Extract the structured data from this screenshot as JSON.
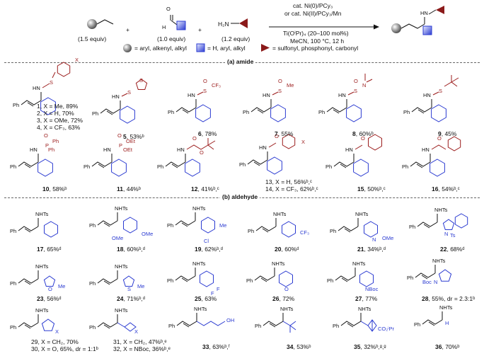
{
  "header": {
    "reagent1_equiv": "(1.5 equiv)",
    "reagent2_label": "H",
    "reagent2_o": "O",
    "reagent2_equiv": "(1.0 equiv)",
    "reagent3_label": "H₂N",
    "reagent3_equiv": "(1.2 equiv)",
    "plus": "+",
    "cond1": "cat. Ni(0)/PCy₃",
    "cond2": "or cat. Ni(II)/PCy₃/Mn",
    "cond3": "Ti(OⁱPr)₄ (20–100 mol%)",
    "cond4": "MeCN, 100 °C, 12 h",
    "product_hn": "HN",
    "legend_grey": "= aryl, alkenyl, alkyl",
    "legend_blue": "= H, aryl, alkyl",
    "legend_red": "= sulfonyl, phosphonyl, carbonyl"
  },
  "sections": {
    "amide": "(a) amide",
    "aldehyde": "(b) aldehyde"
  },
  "amide_row1": [
    {
      "lines": [
        "1, X = Me, 89%",
        "2, X = H, 70%",
        "3, X = OMe, 72%",
        "4, X = CF₃, 63%"
      ]
    },
    {
      "num": "5",
      "rest": ", 53%ᵇ"
    },
    {
      "num": "6",
      "rest": ", 78%"
    },
    {
      "num": "7",
      "rest": ", 55%"
    },
    {
      "num": "8",
      "rest": ", 60%ᵇ"
    },
    {
      "num": "9",
      "rest": ", 45%"
    }
  ],
  "amide_row2": [
    {
      "num": "10",
      "rest": ", 58%ᵇ"
    },
    {
      "num": "11",
      "rest": ", 44%ᵇ"
    },
    {
      "num": "12",
      "rest": ", 41%ᵇ,ᶜ"
    },
    {
      "lines": [
        "13, X = H, 56%ᵇ,ᶜ",
        "14, X = CF₃, 62%ᵇ,ᶜ"
      ]
    },
    {
      "num": "15",
      "rest": ", 50%ᵇ,ᶜ"
    },
    {
      "num": "16",
      "rest": ", 54%ᵇ,ᶜ"
    }
  ],
  "ald_row1": [
    {
      "num": "17",
      "rest": ", 65%ᵈ"
    },
    {
      "num": "18",
      "rest": ", 60%ᵇ,ᵈ"
    },
    {
      "num": "19",
      "rest": ", 62%ᵇ,ᵈ"
    },
    {
      "num": "20",
      "rest": ", 60%ᵈ"
    },
    {
      "num": "21",
      "rest": ", 34%ᵇ,ᵈ"
    },
    {
      "num": "22",
      "rest": ", 68%ᵈ"
    }
  ],
  "ald_row2": [
    {
      "num": "23",
      "rest": ", 56%ᵈ"
    },
    {
      "num": "24",
      "rest": ", 71%ᵇ,ᵈ"
    },
    {
      "num": "25",
      "rest": ", 63%"
    },
    {
      "num": "26",
      "rest": ", 72%"
    },
    {
      "num": "27",
      "rest": ", 77%"
    },
    {
      "num": "28",
      "rest": ", 55%, dr = 2.3:1ᵇ"
    }
  ],
  "ald_row3": [
    {
      "lines": [
        "29, X = CH₂, 70%",
        "30, X = O, 65%, dr = 1:1ᵇ"
      ]
    },
    {
      "lines": [
        "31, X = CH₂, 47%ᵇ,ᵉ",
        "32, X = NBoc, 36%ᵇ,ᵉ"
      ]
    },
    {
      "num": "33",
      "rest": ", 63%ᵇ,ᶠ"
    },
    {
      "num": "34",
      "rest": ", 53%ᵇ"
    },
    {
      "num": "35",
      "rest": ", 32%ᵇ,ᵍ,ᵍ"
    },
    {
      "num": "36",
      "rest": ", 70%ᵇ"
    }
  ],
  "atoms": {
    "ph": "Ph",
    "hn": "HN",
    "nhts": "NHTs",
    "x": "X",
    "s": "S",
    "o": "O",
    "cf3": "CF₃",
    "me": "Me",
    "n": "N",
    "p": "P",
    "oet": "OEt",
    "f": "F",
    "nboc": "NBoc",
    "boc": "Boc",
    "cl": "Cl",
    "ome": "OMe",
    "oh": "OH",
    "h": "H",
    "ts": "Ts",
    "co2ipr": "CO₂ⁱPr"
  },
  "colors": {
    "blue": "#2b3bd1",
    "red": "#9b1c1c",
    "grey": "#7a7a7a"
  }
}
